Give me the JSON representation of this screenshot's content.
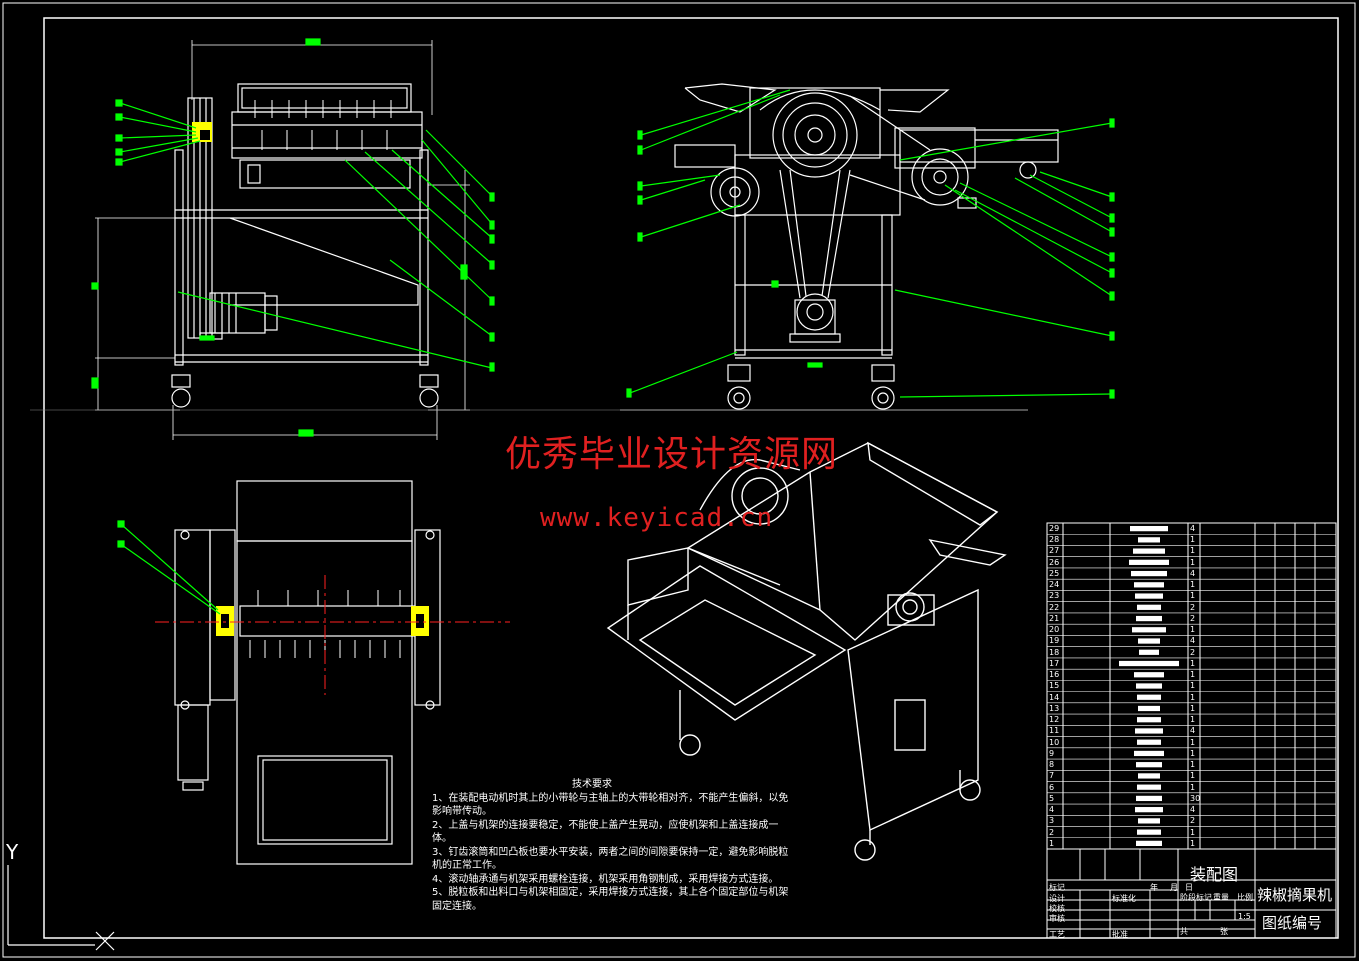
{
  "watermark": {
    "line1": "优秀毕业设计资源网",
    "line2": "www.keyicad.cn"
  },
  "tech_requirements": {
    "title": "技术要求",
    "items": [
      "1、在装配电动机时其上的小带轮与主轴上的大带轮相对齐，不能产生偏斜，以免影响带传动。",
      "2、上盖与机架的连接要稳定，不能使上盖产生晃动，应使机架和上盖连接成一体。",
      "3、钉齿滚筒和凹凸板也要水平安装，两者之间的间隙要保持一定，避免影响脱粒机的正常工作。",
      "4、滚动轴承通与机架采用螺栓连接，机架采用角钢制成，采用焊接方式连接。",
      "5、脱粒板和出料口与机架相固定，采用焊接方式连接，其上各个固定部位与机架固定连接。"
    ]
  },
  "title_block": {
    "drawing_title": "装配图",
    "machine_name": "辣椒摘果机",
    "drawing_number": "图纸编号",
    "labels": {
      "mark": "标记",
      "design": "设计",
      "standardize": "标准化",
      "check": "校核",
      "review": "审核",
      "process": "工艺",
      "approve": "批准",
      "stage_mark": "阶段标记",
      "weight": "重量",
      "ratio": "比例",
      "scale": "1:5",
      "total": "共",
      "sheet": "张",
      "year": "年",
      "month": "月",
      "day": "日"
    }
  },
  "bom": {
    "rows": [
      {
        "no": "29",
        "qty": "4"
      },
      {
        "no": "28",
        "qty": "1"
      },
      {
        "no": "27",
        "qty": "1"
      },
      {
        "no": "26",
        "qty": "1"
      },
      {
        "no": "25",
        "qty": "4"
      },
      {
        "no": "24",
        "qty": "1"
      },
      {
        "no": "23",
        "qty": "1"
      },
      {
        "no": "22",
        "qty": "2"
      },
      {
        "no": "21",
        "qty": "2"
      },
      {
        "no": "20",
        "qty": "1"
      },
      {
        "no": "19",
        "qty": "4"
      },
      {
        "no": "18",
        "qty": "2"
      },
      {
        "no": "17",
        "qty": "1"
      },
      {
        "no": "16",
        "qty": "1"
      },
      {
        "no": "15",
        "qty": "1"
      },
      {
        "no": "14",
        "qty": "1"
      },
      {
        "no": "13",
        "qty": "1"
      },
      {
        "no": "12",
        "qty": "1"
      },
      {
        "no": "11",
        "qty": "4"
      },
      {
        "no": "10",
        "qty": "1"
      },
      {
        "no": "9",
        "qty": "1"
      },
      {
        "no": "8",
        "qty": "1"
      },
      {
        "no": "7",
        "qty": "1"
      },
      {
        "no": "6",
        "qty": "1"
      },
      {
        "no": "5",
        "qty": "30"
      },
      {
        "no": "4",
        "qty": "4"
      },
      {
        "no": "3",
        "qty": "2"
      },
      {
        "no": "2",
        "qty": "1"
      },
      {
        "no": "1",
        "qty": "1"
      }
    ]
  },
  "ucs": {
    "y_label": "Y"
  },
  "colors": {
    "background": "#000000",
    "line": "#ffffff",
    "leader": "#00ff00",
    "center": "#ff2020",
    "bearing": "#ffff00",
    "watermark": "#e02020"
  }
}
